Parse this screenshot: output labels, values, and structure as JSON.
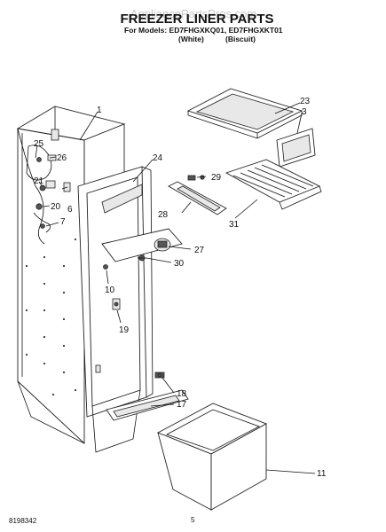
{
  "header": {
    "watermark": "AppliancePartsPros.com",
    "title": "FREEZER LINER PARTS",
    "models_line": "For Models: ED7FHGXKQ01, ED7FHGXKT01",
    "variant_1": "(White)",
    "variant_2": "(Biscuit)"
  },
  "callouts": {
    "c1": "1",
    "c25": "25",
    "c26": "26",
    "c21": "21",
    "c6": "6",
    "c20": "20",
    "c7": "7",
    "c24": "24",
    "c29": "29",
    "c28": "28",
    "c31": "31",
    "c23": "23",
    "c3": "3",
    "c27": "27",
    "c30": "30",
    "c10": "10",
    "c19": "19",
    "c18": "18",
    "c17": "17",
    "c11": "11"
  },
  "footer": {
    "doc_number": "8198342",
    "page_number": "5"
  }
}
